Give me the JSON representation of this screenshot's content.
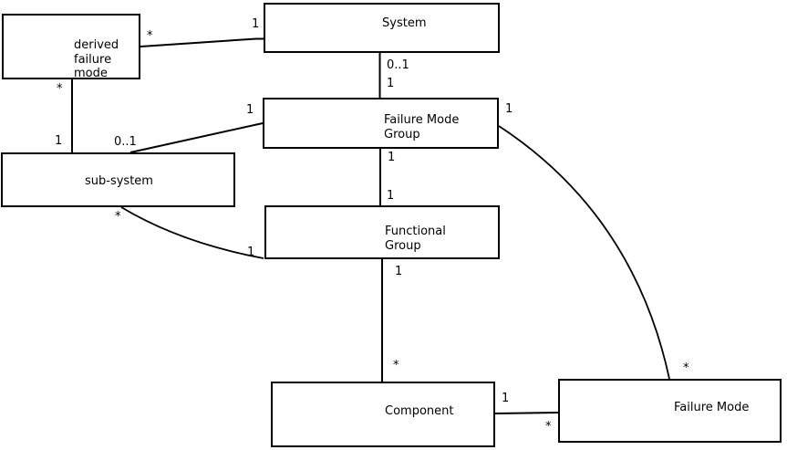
{
  "diagram": {
    "colors": {
      "background": "#ffffff",
      "line": "#000000",
      "text": "#000000"
    },
    "entities": [
      {
        "id": "derived-failure-mode",
        "label": "derived\nfailure\nmode"
      },
      {
        "id": "system",
        "label": "System"
      },
      {
        "id": "failure-mode-group",
        "label": "Failure Mode\nGroup"
      },
      {
        "id": "sub-system",
        "label": "sub-system"
      },
      {
        "id": "functional-group",
        "label": "Functional\nGroup"
      },
      {
        "id": "component",
        "label": "Component"
      },
      {
        "id": "failure-mode",
        "label": "Failure Mode"
      }
    ],
    "relations": [
      {
        "from": "derived failure mode",
        "to": "System",
        "from_mult": "*",
        "to_mult": "1"
      },
      {
        "from": "derived failure mode",
        "to": "sub-system",
        "from_mult": "*",
        "to_mult": "1"
      },
      {
        "from": "System",
        "to": "Failure Mode Group",
        "from_mult": "0..1",
        "to_mult": "1"
      },
      {
        "from": "Failure Mode Group",
        "to": "sub-system",
        "from_mult": "1",
        "to_mult": "0..1"
      },
      {
        "from": "Failure Mode Group",
        "to": "Functional Group",
        "from_mult": "1",
        "to_mult": "1"
      },
      {
        "from": "sub-system",
        "to": "Functional Group",
        "from_mult": "*",
        "to_mult": "1"
      },
      {
        "from": "Functional Group",
        "to": "Component",
        "from_mult": "1",
        "to_mult": "*"
      },
      {
        "from": "Component",
        "to": "Failure Mode",
        "from_mult": "1",
        "to_mult": "*"
      },
      {
        "from": "Failure Mode Group",
        "to": "Failure Mode",
        "from_mult": "1",
        "to_mult": "*"
      }
    ]
  }
}
